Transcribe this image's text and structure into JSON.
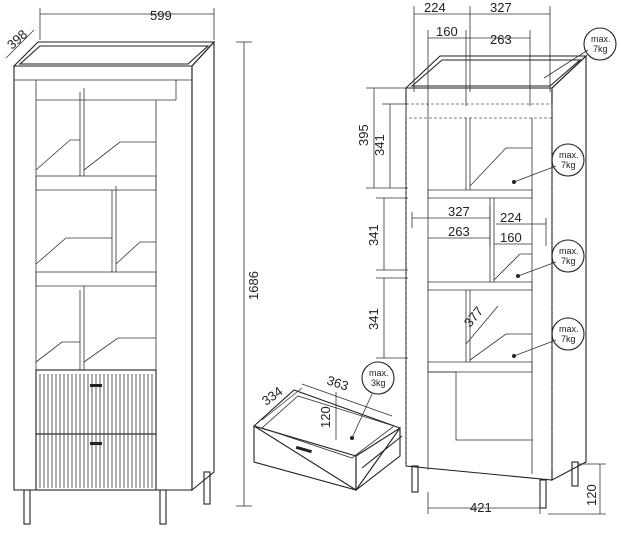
{
  "left_view": {
    "width": "599",
    "depth": "398",
    "height": "1686"
  },
  "right_view": {
    "top_left": "224",
    "top_right": "327",
    "inner_left": "160",
    "inner_right": "263",
    "h_top_outer": "395",
    "h_top_inner": "341",
    "h_mid": "341",
    "h_low": "341",
    "mid_a": "327",
    "mid_b": "224",
    "mid_c": "263",
    "mid_d": "160",
    "shelf_depth": "377",
    "base_width": "421",
    "leg_height": "120"
  },
  "drawer": {
    "depth": "334",
    "width": "363",
    "height": "120"
  },
  "load_labels": [
    {
      "line1": "max.",
      "line2": "7kg"
    },
    {
      "line1": "max.",
      "line2": "7kg"
    },
    {
      "line1": "max.",
      "line2": "7kg"
    },
    {
      "line1": "max.",
      "line2": "7kg"
    },
    {
      "line1": "max.",
      "line2": "3kg"
    }
  ]
}
